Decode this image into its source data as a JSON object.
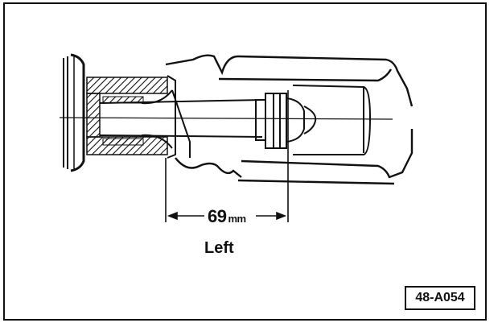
{
  "diagram": {
    "dimension_value": "69",
    "dimension_unit": "mm",
    "side_label": "Left",
    "reference_code": "48-A054"
  },
  "colors": {
    "ink": "#111111",
    "paper": "#ffffff"
  }
}
